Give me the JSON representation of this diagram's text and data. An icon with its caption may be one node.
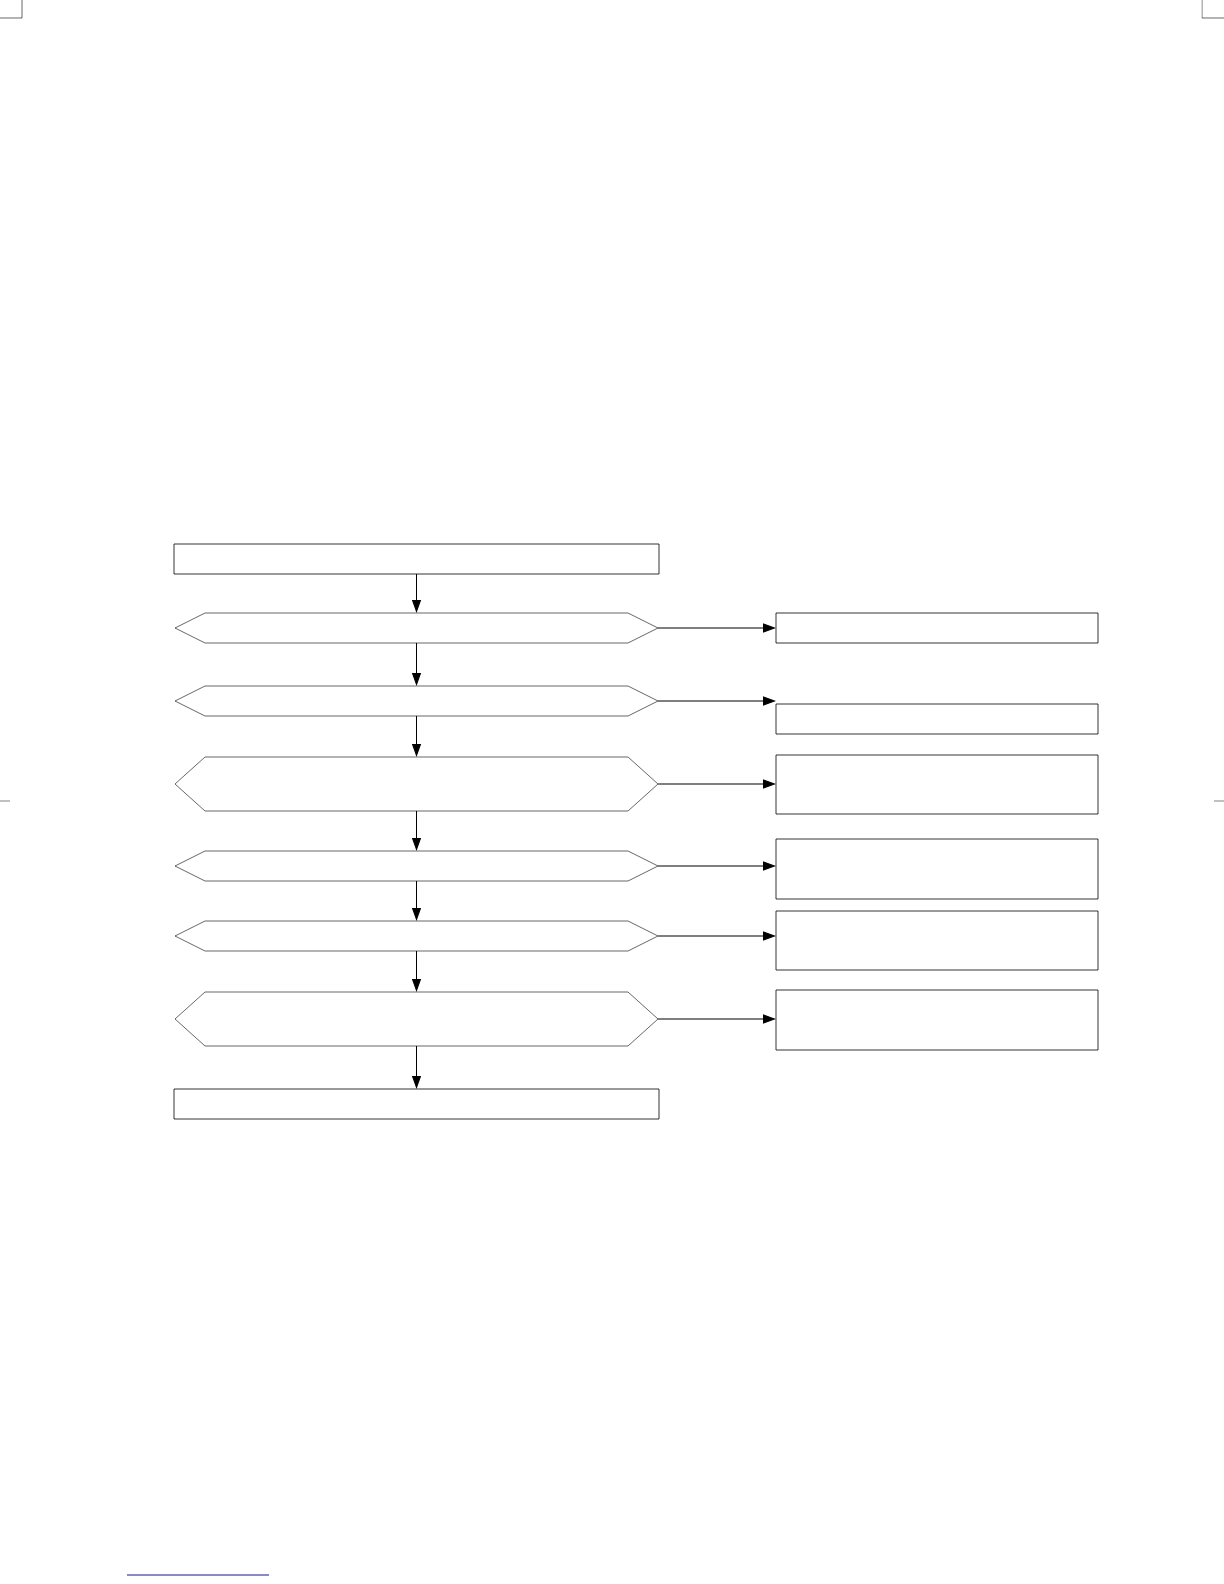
{
  "diagram": {
    "nodes": [
      {
        "text": [],
        "shape": "box"
      },
      {
        "text": [],
        "shape": "hexagon"
      },
      {
        "text": [],
        "shape": "hexagon"
      },
      {
        "text": [],
        "shape": "hexagon"
      },
      {
        "text": [],
        "shape": "hexagon"
      },
      {
        "text": [],
        "shape": "hexagon"
      },
      {
        "text": [],
        "shape": "hexagon"
      },
      {
        "text": [],
        "shape": "box"
      },
      {
        "text": [],
        "shape": "box"
      },
      {
        "text": [],
        "shape": "box"
      },
      {
        "text": [],
        "shape": "box"
      },
      {
        "text": [],
        "shape": "box"
      },
      {
        "text": [],
        "shape": "box"
      },
      {
        "text": [],
        "shape": "box"
      }
    ],
    "edges": [
      {
        "from": 0,
        "to": 1,
        "arrow": "to"
      },
      {
        "from": 1,
        "to": 2,
        "arrow": "to"
      },
      {
        "from": 2,
        "to": 3,
        "arrow": "to"
      },
      {
        "from": 3,
        "to": 4,
        "arrow": "to"
      },
      {
        "from": 4,
        "to": 5,
        "arrow": "to"
      },
      {
        "from": 5,
        "to": 6,
        "arrow": "to"
      },
      {
        "from": 6,
        "to": 7,
        "arrow": "to"
      },
      {
        "from": 1,
        "to": 8,
        "arrow": "to"
      },
      {
        "from": 2,
        "to": 9,
        "arrow": "to"
      },
      {
        "from": 3,
        "to": 10,
        "arrow": "to"
      },
      {
        "from": 4,
        "to": 11,
        "arrow": "to"
      },
      {
        "from": 5,
        "to": 12,
        "arrow": "to"
      },
      {
        "from": 6,
        "to": 13,
        "arrow": "to"
      }
    ]
  }
}
